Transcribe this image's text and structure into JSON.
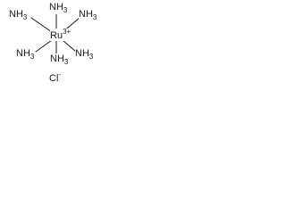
{
  "structure": {
    "ligand": {
      "element": "NH",
      "count": "3"
    },
    "metal": {
      "symbol": "Ru",
      "charge": "3+"
    },
    "counterion": {
      "symbol": "Cl",
      "charge": "-"
    }
  }
}
